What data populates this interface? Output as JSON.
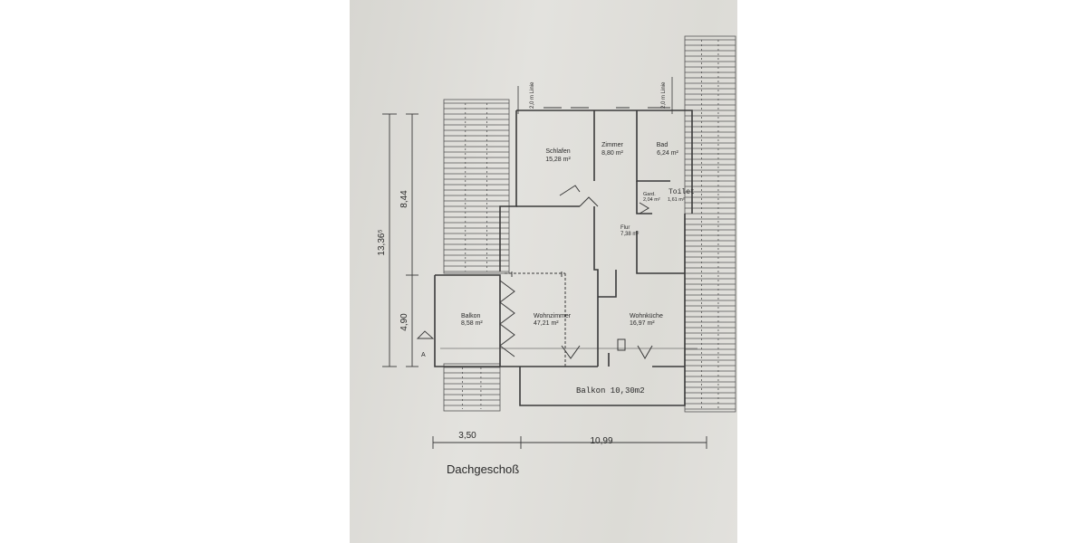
{
  "rooms": [
    {
      "name": "Schlafen",
      "area": "15,28 m²"
    },
    {
      "name": "Zimmer",
      "area": "8,80 m²"
    },
    {
      "name": "Bad",
      "area": "6,24 m²"
    },
    {
      "name": "Gard.",
      "area": "2,04 m²"
    },
    {
      "name": "Toilet",
      "area": "1,61 m²"
    },
    {
      "name": "Flur",
      "area": "7,38 m²"
    },
    {
      "name": "Balkon",
      "area": "8,58 m²"
    },
    {
      "name": "Wohnzimmer",
      "area": "47,21 m²"
    },
    {
      "name": "Wohnküche",
      "area": "16,97 m²"
    }
  ],
  "balcony_label": "Balkon 10,30m2",
  "line_labels": [
    "2,0 m Linie",
    "2,0 m Linie"
  ],
  "dimensions": {
    "total_height": "13,36⁵",
    "upper_height": "8,44",
    "lower_height": "4,90",
    "left_width": "3,50",
    "right_width": "10,99"
  },
  "section_marker": "A",
  "title": "Dachgeschoß"
}
